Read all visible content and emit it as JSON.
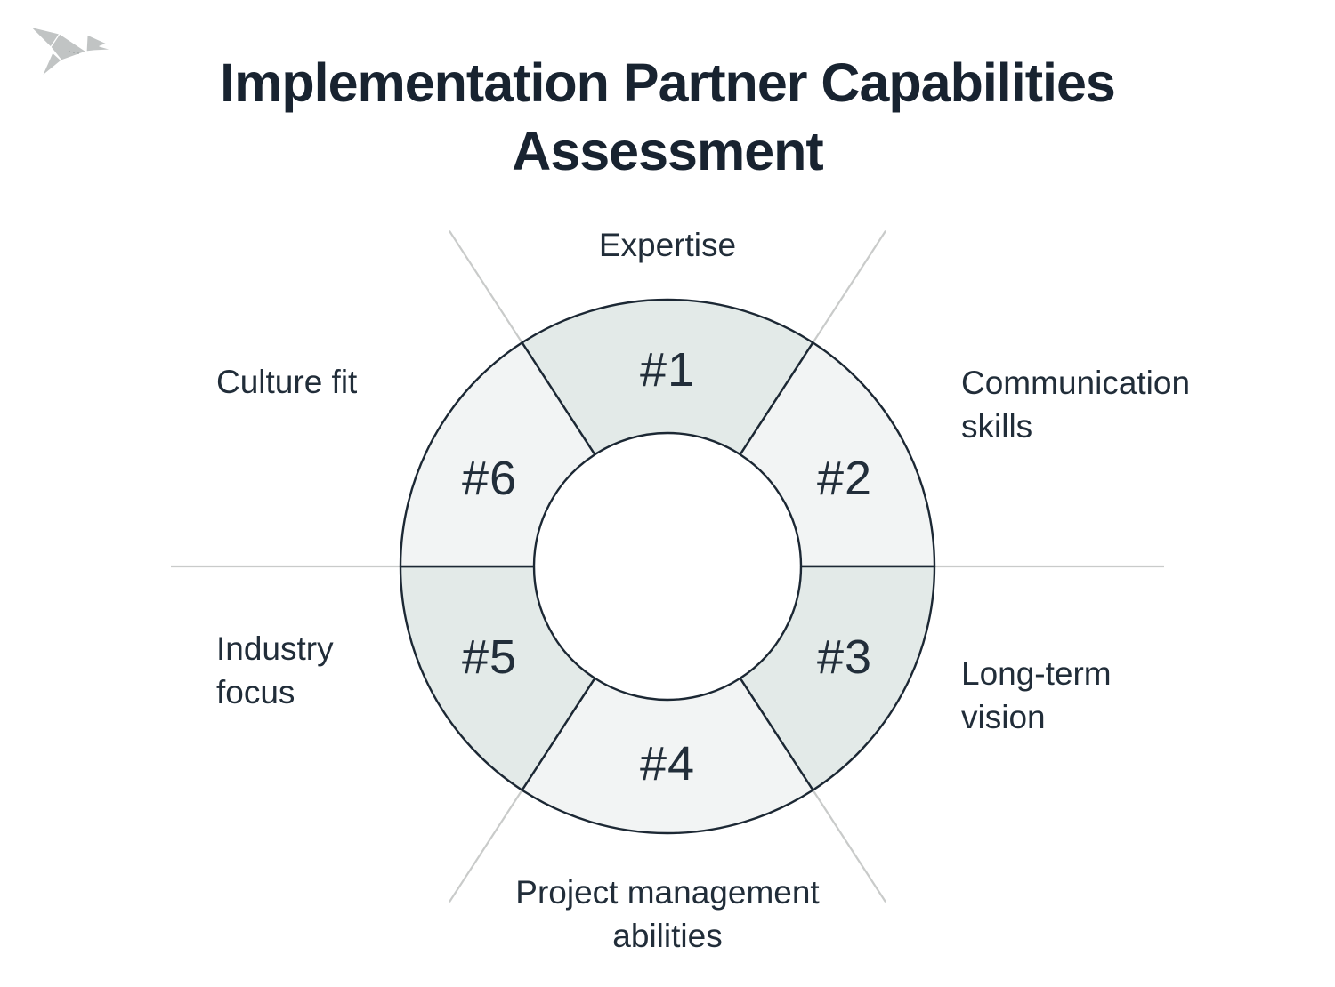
{
  "title": "Implementation Partner Capabilities Assessment",
  "logo": {
    "icon": "origami-bird"
  },
  "colors": {
    "segment_teal": "#e3eae8",
    "segment_gray": "#f2f4f4",
    "outline_dark": "#1c2834",
    "guide_line": "#c9cbca",
    "title_text": "#182330",
    "label_text": "#212d39",
    "logo_gray": "#c1c4c4"
  },
  "diagram": {
    "type": "donut",
    "segment_count": 6,
    "segments": [
      {
        "number": "#1",
        "label": "Expertise",
        "tone": "teal",
        "position": "top"
      },
      {
        "number": "#2",
        "label": "Communication skills",
        "tone": "gray",
        "position": "upper-right"
      },
      {
        "number": "#3",
        "label": "Long-term vision",
        "tone": "teal",
        "position": "lower-right"
      },
      {
        "number": "#4",
        "label": "Project management abilities",
        "tone": "gray",
        "position": "bottom"
      },
      {
        "number": "#5",
        "label": "Industry focus",
        "tone": "teal",
        "position": "lower-left"
      },
      {
        "number": "#6",
        "label": "Culture fit",
        "tone": "gray",
        "position": "upper-left"
      }
    ]
  }
}
